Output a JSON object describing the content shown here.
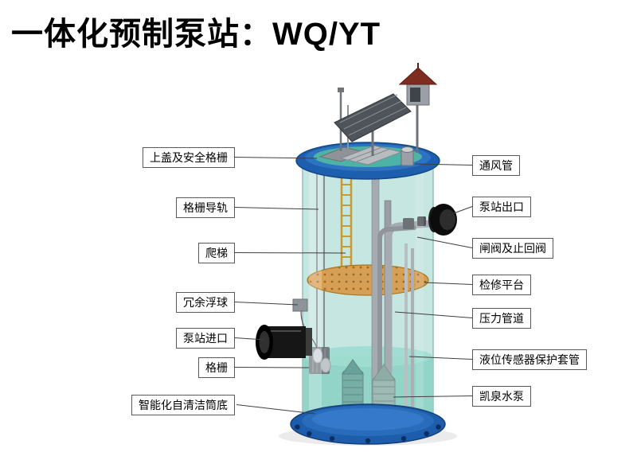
{
  "title": "一体化预制泵站：WQ/YT",
  "diagram": {
    "callouts_left": [
      {
        "label": "上盖及安全格栅"
      },
      {
        "label": "格栅导轨"
      },
      {
        "label": "爬梯"
      },
      {
        "label": "冗余浮球"
      },
      {
        "label": "泵站进口"
      },
      {
        "label": "格栅"
      },
      {
        "label": "智能化自清洁筒底"
      }
    ],
    "callouts_right": [
      {
        "label": "通风管"
      },
      {
        "label": "泵站出口"
      },
      {
        "label": "闸阀及止回阀"
      },
      {
        "label": "检修平台"
      },
      {
        "label": "压力管道"
      },
      {
        "label": "液位传感器保护套管"
      },
      {
        "label": "凯泉水泵"
      }
    ],
    "colors": {
      "lid_blue": "#1d5fae",
      "base_blue": "#1d5dab",
      "tank_teal": "#bfe3de",
      "water_teal": "#8ed2c6",
      "platform_tan": "#d79f54",
      "ladder_yellow": "#c79a33",
      "roof_red": "#7e2c20",
      "pipe_gray": "#a6abb1",
      "flange_black": "#0c0c0c"
    }
  }
}
